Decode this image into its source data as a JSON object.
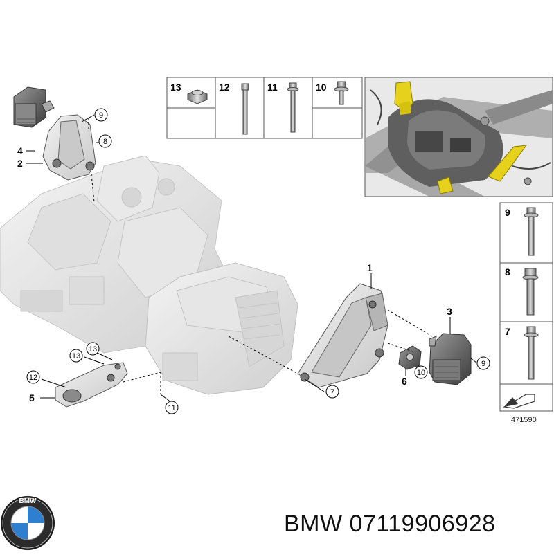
{
  "parts_table_top": {
    "cells": [
      {
        "label": "13",
        "part": "flange-nut"
      },
      {
        "label": "12",
        "part": "long-hex-bolt"
      },
      {
        "label": "11",
        "part": "long-flange-bolt"
      },
      {
        "label": "10",
        "part": "short-flange-bolt"
      }
    ]
  },
  "parts_table_right": {
    "cells": [
      {
        "label": "9",
        "part": "flange-bolt"
      },
      {
        "label": "8",
        "part": "hex-bolt"
      },
      {
        "label": "7",
        "part": "flange-bolt-long"
      }
    ]
  },
  "main_labels": {
    "n1": "1",
    "n2": "2",
    "n3": "3",
    "n4": "4",
    "n5": "5",
    "n6": "6"
  },
  "callouts": {
    "c7": "7",
    "c8": "8",
    "c9a": "9",
    "c9b": "9",
    "c10": "10",
    "c11": "11",
    "c12": "12",
    "c13a": "13",
    "c13b": "13"
  },
  "diagram_id": "471590",
  "brand": "BMW",
  "part_number": "07119906928",
  "colors": {
    "highlight_yellow": "#e6d21c",
    "engine_gray": "#d8d8d8",
    "part_dark": "#555555"
  }
}
